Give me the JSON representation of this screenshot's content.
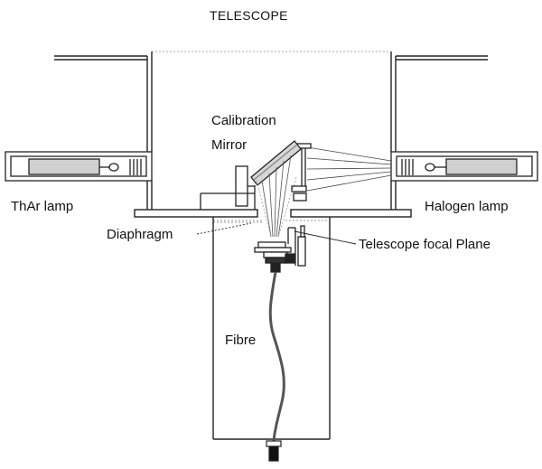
{
  "diagram": {
    "labels": {
      "telescope": "TELESCOPE",
      "calibration_line1": "Calibration",
      "calibration_line2": "Mirror",
      "thar_lamp": "ThAr lamp",
      "halogen_lamp": "Halogen lamp",
      "diaphragm": "Diaphragm",
      "focal_plane": "Telescope focal Plane",
      "fibre": "Fibre"
    },
    "colors": {
      "line": "#222222",
      "dashed": "#999999",
      "lamp_body": "#d0d0d0",
      "fibre": "#555555"
    }
  }
}
